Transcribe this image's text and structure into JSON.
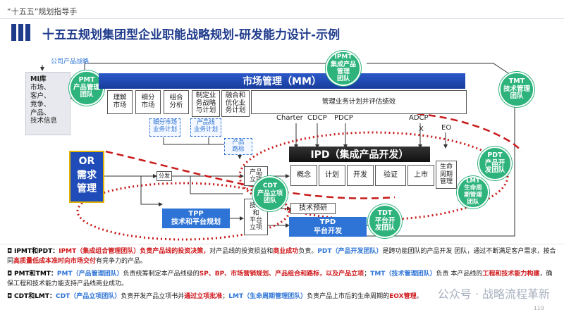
{
  "header": {
    "tag": "“十五五”规划指导手",
    "title": "十五五规划集团型企业职能战略规划-研发能力设计-示例"
  },
  "labels": {
    "company_strategy": "公司产品战略",
    "mi": {
      "title": "MI库",
      "body": [
        "市场、",
        "客户、",
        "竞争、",
        "产品、",
        "技术信息"
      ]
    },
    "mm_bar": "市场管理（MM）",
    "mm_stages": [
      "理解\n市场",
      "细分\n市场",
      "组合\n分析",
      "制定业\n务战略\n与计划",
      "融合和\n优化业\n务计划",
      "管理业务计划并评估绩效"
    ],
    "segment_plan": "细分市场\n业务计划",
    "line_plan": "产品线\n业务计划",
    "product_roadmap": "产品\n路标",
    "or_box": "OR\n需求\n管理",
    "fenfa": "分发",
    "product_initiation": "产品\n立项",
    "tech_initiation": "技术\n和\n平台\n立项",
    "tech_research": "技术预研",
    "ipd_bar": "IPD（集成产品开发）",
    "ipd_stages": [
      "概念",
      "计划",
      "开发",
      "验证",
      "上市",
      "生命\n周期\n管理"
    ],
    "checkpoints": [
      "Charter",
      "CDCP",
      "PDCP",
      "ADCP",
      "X",
      "EO"
    ],
    "tpp": "TPP\n技术和平台规划",
    "tpd": "TPD\n平台开发"
  },
  "teams": {
    "pmt": "PMT\n产品管理\n团队",
    "ipmt": "IPMT\n集成产品\n管理\n团队",
    "tmt": "TMT\n技术管理\n团队",
    "cdt": "CDT\n产品立项\n团队",
    "pdt": "PDT\n产品开\n发团队",
    "lmt": "LMT\n生命周\n期管理\n团队",
    "tdt": "TDT\n平台开\n发团队"
  },
  "notes": {
    "line1_key": "IPMT和PDT：",
    "line1_a": "IPMT（集成组合管理团队）负责产品线的投资决策，",
    "line1_b": "对产品线的投资损益和",
    "line1_c": "商业成功",
    "line1_d": "负责。",
    "line1_e": "PDT（产品开发团队）",
    "line1_f": "是跨功能团队的产品开发 团队，通过不断满足客户需求，按合同",
    "line1_g": "高质量低成本准时向市场交付",
    "line1_h": "有竞争力的产品。",
    "line2_key": "PMT和TMT：",
    "line2_a": "PMT（产品管理团队）",
    "line2_b": "负责统筹制定本产品线级的",
    "line2_c": "SP、BP、市场营销规划、产品组合和路标，以及产品立项",
    "line2_d": "；",
    "line2_e": "TMT（技术管理团队）",
    "line2_f": "负责 本产品线的",
    "line2_g": "工程和技术能力构建",
    "line2_h": "，确保工程和技术能力能支持产品线商业成功。",
    "line3_key": "CDT和LMT：",
    "line3_a": "CDT（产品立项团队）",
    "line3_b": "负责开发产品立项书并",
    "line3_c": "通过立项批准",
    "line3_d": "；",
    "line3_e": "LMT（生命周期管理团队）",
    "line3_f": "负责产品上市后的生命周期的",
    "line3_g": "EOX管理",
    "line3_h": "。"
  },
  "watermark": "公众号 · 战略流程革新",
  "page_number": "119",
  "colors": {
    "title_blue": "#1f3b8c",
    "team_green": "#2db37b",
    "red": "#d0191c",
    "accent_blue": "#2e74d6"
  }
}
